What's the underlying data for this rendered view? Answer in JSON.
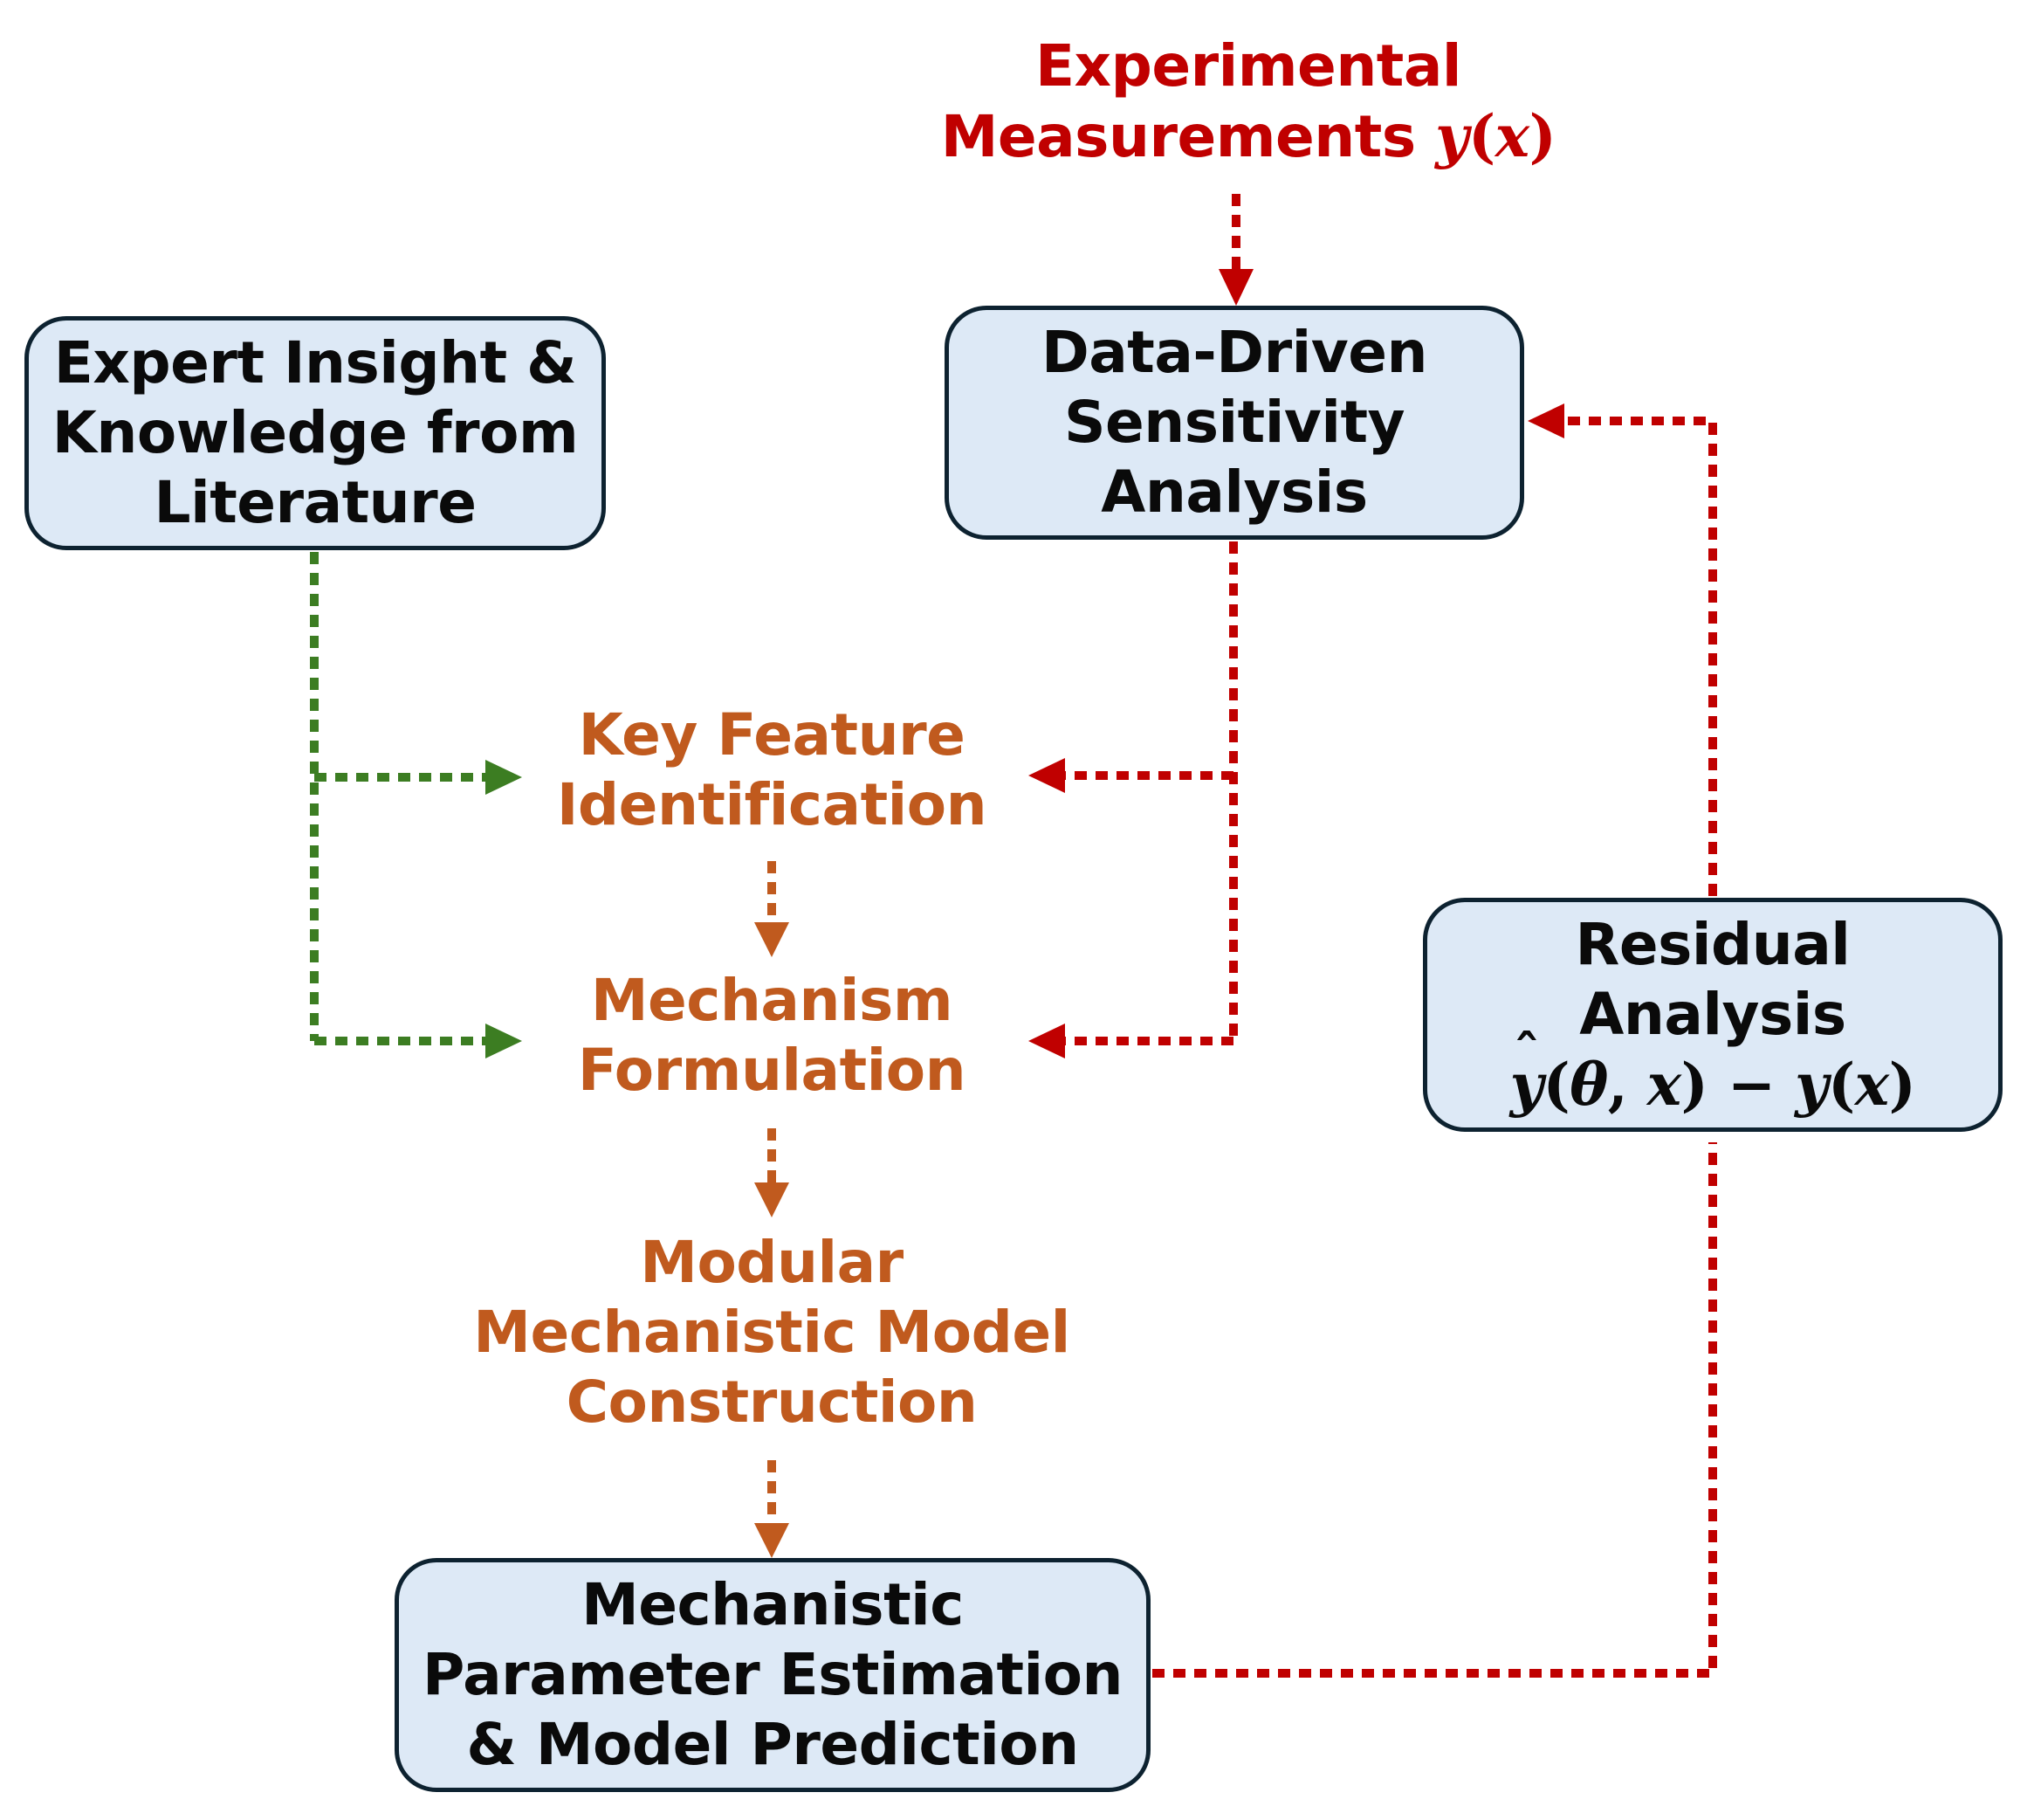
{
  "nodes": {
    "expert": {
      "lines": [
        "Expert Insight &",
        "Knowledge from",
        "Literature"
      ]
    },
    "sensitivity": {
      "lines": [
        "Data-Driven",
        "Sensitivity",
        "Analysis"
      ]
    },
    "residual": {
      "lines": [
        "Residual",
        "Analysis"
      ],
      "formula": {
        "yhat": "y",
        "open": "(",
        "theta": "θ",
        "comma": ", ",
        "x1": "x",
        "close": ")",
        "minus": " − ",
        "y": "y",
        "open2": "(",
        "x2": "x",
        "close2": ")"
      }
    },
    "estimation": {
      "lines": [
        "Mechanistic",
        "Parameter Estimation",
        "& Model Prediction"
      ]
    }
  },
  "steps": {
    "key_feature": {
      "lines": [
        "Key Feature",
        "Identification"
      ]
    },
    "mechanism": {
      "lines": [
        "Mechanism",
        "Formulation"
      ]
    },
    "modular": {
      "lines": [
        "Modular",
        "Mechanistic Model",
        "Construction"
      ]
    }
  },
  "measurements": {
    "line1": "Experimental",
    "line2_text": "Measurements ",
    "symbol": "y",
    "paren_open": "(",
    "var": "x",
    "paren_close": ")"
  },
  "colors": {
    "green": "#3c7d22",
    "red": "#c00000",
    "orange": "#c05a1e",
    "box_fill": "#dde9f6",
    "box_border": "#0d2230"
  }
}
